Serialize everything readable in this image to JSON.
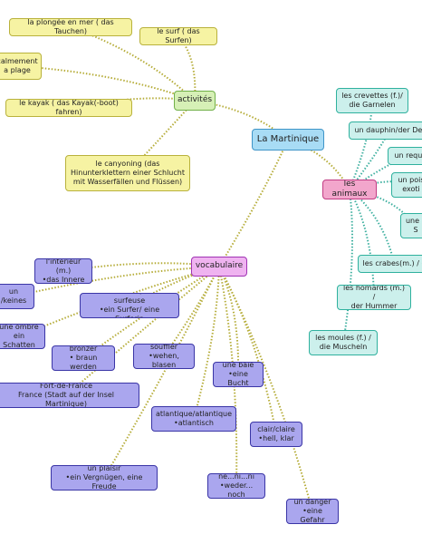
{
  "center": "La Martinique",
  "branches": {
    "activites": "activités",
    "animaux": "les animaux",
    "vocabulaire": "vocabulaire"
  },
  "activites_items": [
    "la plongée en mer ( das Tauchen)",
    "le surf ( das Surfen)",
    "calmement\na plage",
    "le kayak ( das Kayak(-boot) fahren)",
    "le canyoning (das\nHinunterklettern einer Schlucht\nmit Wasserfällen und Flüssen)"
  ],
  "animaux_items": [
    "les crevettes (f.)/\ndie Garnelen",
    "un dauphin/der Del",
    "un requi",
    "un pois\nexoti",
    "une c\nS",
    "les crabes(m.) / d",
    "les homards (m.) /\nder Hummer",
    "les moules (f.) /\ndie Muscheln"
  ],
  "vocab_items": [
    "l'intérieur (m.)\n•das Innere",
    "un\n/keines",
    "un surfeur / une surfeuse\n•ein Surfer/ eine Surferin",
    "une ombre\nein Schatten",
    "bronzer\n• braun werden",
    "souffler\n•wehen,  blasen",
    "une baie\n•eine Bucht",
    "Fort-de-France\nFrance (Stadt auf der Insel Martinique)",
    "atlantique/atlantique\n•atlantisch",
    "clair/claire\n•hell, klar",
    "un plaisir\n•ein Vergnügen, eine Freude",
    "ne...ni...ni\n•weder... noch",
    "un danger\n•eine Gefahr"
  ]
}
